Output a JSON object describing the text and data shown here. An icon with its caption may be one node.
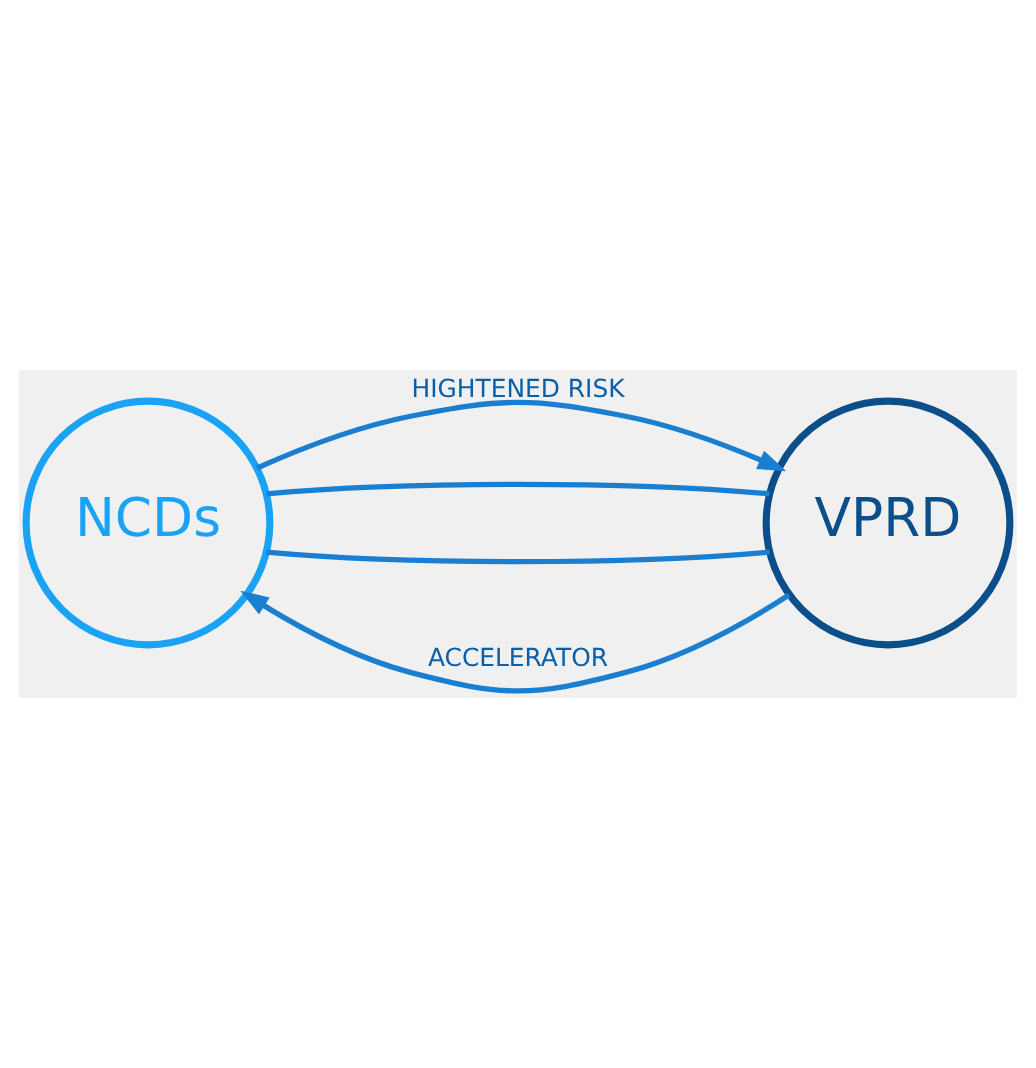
{
  "diagram": {
    "nodes": [
      {
        "text": [
          "NCDs"
        ]
      },
      {
        "text": [
          "VPRD"
        ]
      }
    ],
    "edges": [
      {
        "from": 0,
        "to": 1,
        "arrow": "to",
        "label": "HIGHTENED RISK"
      },
      {
        "from": 1,
        "to": 0,
        "arrow": "to",
        "label": "ACCELERATOR"
      },
      {
        "from": 0,
        "to": 1,
        "arrow": "none"
      },
      {
        "from": 1,
        "to": 0,
        "arrow": "none"
      }
    ]
  }
}
